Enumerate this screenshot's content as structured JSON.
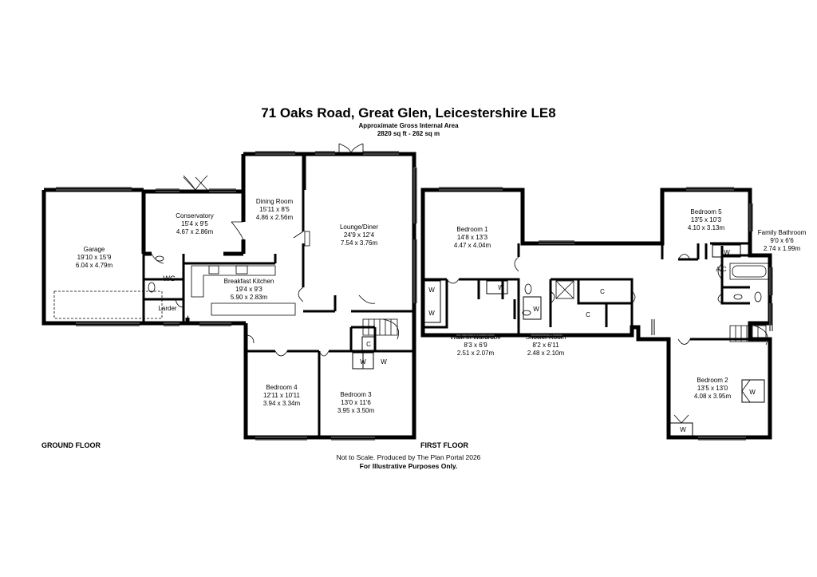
{
  "header": {
    "title": "71 Oaks Road, Great Glen, Leicestershire LE8",
    "area_caption": "Approximate Gross Internal Area",
    "area_value": "2820 sq ft - 262 sq m"
  },
  "floors": {
    "ground": "GROUND FLOOR",
    "first": "FIRST FLOOR"
  },
  "rooms": {
    "garage": {
      "name": "Garage",
      "imperial": "19'10 x 15'9",
      "metric": "6.04 x 4.79m"
    },
    "conservatory": {
      "name": "Conservatory",
      "imperial": "15'4 x 9'5",
      "metric": "4.67 x 2.86m"
    },
    "dining": {
      "name": "Dining Room",
      "imperial": "15'11 x 8'5",
      "metric": "4.86 x 2.56m"
    },
    "lounge": {
      "name": "Lounge/Diner",
      "imperial": "24'9 x 12'4",
      "metric": "7.54 x 3.76m"
    },
    "kitchen": {
      "name": "Breakfast Kitchen",
      "imperial": "19'4 x 9'3",
      "metric": "5.90 x 2.83m"
    },
    "wc": {
      "name": "WC"
    },
    "larder": {
      "name": "Larder"
    },
    "bed4": {
      "name": "Bedroom 4",
      "imperial": "12'11 x 10'11",
      "metric": "3.94 x 3.34m"
    },
    "bed3": {
      "name": "Bedroom 3",
      "imperial": "13'0 x 11'6",
      "metric": "3.95 x 3.50m"
    },
    "bed1": {
      "name": "Bedroom 1",
      "imperial": "14'8 x 13'3",
      "metric": "4.47 x 4.04m"
    },
    "walkin": {
      "name": "Walk In Wardrobe",
      "imperial": "8'3 x 6'9",
      "metric": "2.51 x 2.07m"
    },
    "shower": {
      "name": "Shower Room",
      "imperial": "8'2 x 6'11",
      "metric": "2.48 x 2.10m"
    },
    "bed5": {
      "name": "Bedroom 5",
      "imperial": "13'5 x 10'3",
      "metric": "4.10 x 3.13m"
    },
    "bathroom": {
      "name": "Family Bathroom",
      "imperial": "9'0 x 6'6",
      "metric": "2.74 x 1.99m"
    },
    "bed2": {
      "name": "Bedroom 2",
      "imperial": "13'5 x 13'0",
      "metric": "4.08 x 3.95m"
    }
  },
  "markers": {
    "wardrobe": "W",
    "cupboard": "C",
    "airing_cupboard": "A/C"
  },
  "footer": {
    "scale_note": "Not to Scale. Produced by The Plan Portal 2026",
    "purpose_note": "For Illustrative Purposes Only."
  }
}
